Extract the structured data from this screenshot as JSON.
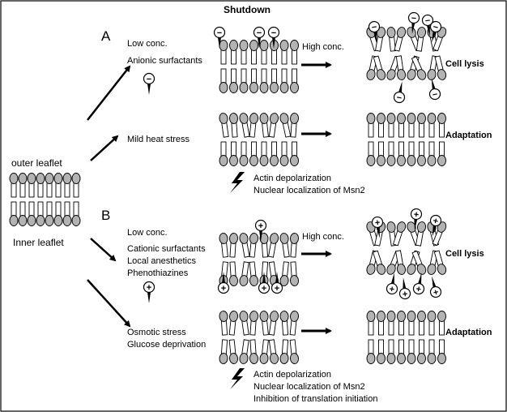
{
  "title": "Shutdown",
  "panels": {
    "a": {
      "letter": "A",
      "left_labels": [
        "Low conc.",
        "Anionic surfactants"
      ],
      "mild_label": "Mild heat stress",
      "high_conc": "High conc.",
      "lysis": "Cell lysis",
      "adaptation": "Adaptation",
      "notes": [
        "Actin depolarization",
        "Nuclear localization of Msn2"
      ]
    },
    "b": {
      "letter": "B",
      "left_labels": [
        "Low conc.",
        "Cationic surfactants",
        "Local anesthetics",
        "Phenothiazines"
      ],
      "stress_labels": [
        "Osmotic stress",
        "Glucose deprivation"
      ],
      "high_conc": "High conc.",
      "lysis": "Cell lysis",
      "adaptation": "Adaptation",
      "notes": [
        "Actin depolarization",
        "Nuclear localization of Msn2",
        "Inhibition of translation initiation"
      ]
    }
  },
  "membrane": {
    "outer_label": "outer leaflet",
    "inner_label": "Inner leaflet"
  },
  "charges": {
    "negative": "−",
    "positive": "+"
  },
  "colors": {
    "head_fill": "#b3b3b3",
    "stroke": "#000000",
    "background": "#ffffff"
  }
}
